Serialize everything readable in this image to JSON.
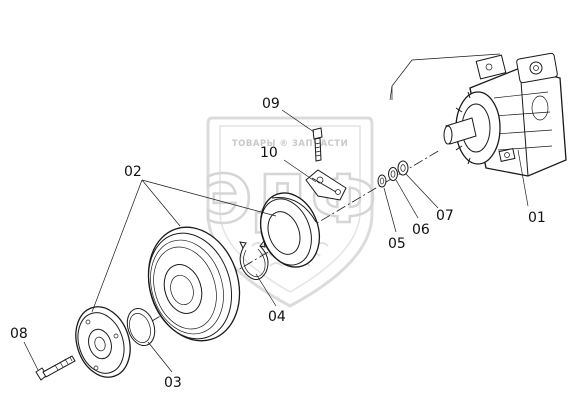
{
  "watermark": {
    "caption": "ТОВАРЫ ® ЗАПЧАСТИ",
    "logo": "ЭДФ",
    "color": "#d0d0d0"
  },
  "callouts": [
    {
      "id": "01",
      "text": "01"
    },
    {
      "id": "02",
      "text": "02"
    },
    {
      "id": "03",
      "text": "03"
    },
    {
      "id": "04",
      "text": "04"
    },
    {
      "id": "05",
      "text": "05"
    },
    {
      "id": "06",
      "text": "06"
    },
    {
      "id": "07",
      "text": "07"
    },
    {
      "id": "08",
      "text": "08"
    },
    {
      "id": "09",
      "text": "09"
    },
    {
      "id": "10",
      "text": "10"
    }
  ]
}
